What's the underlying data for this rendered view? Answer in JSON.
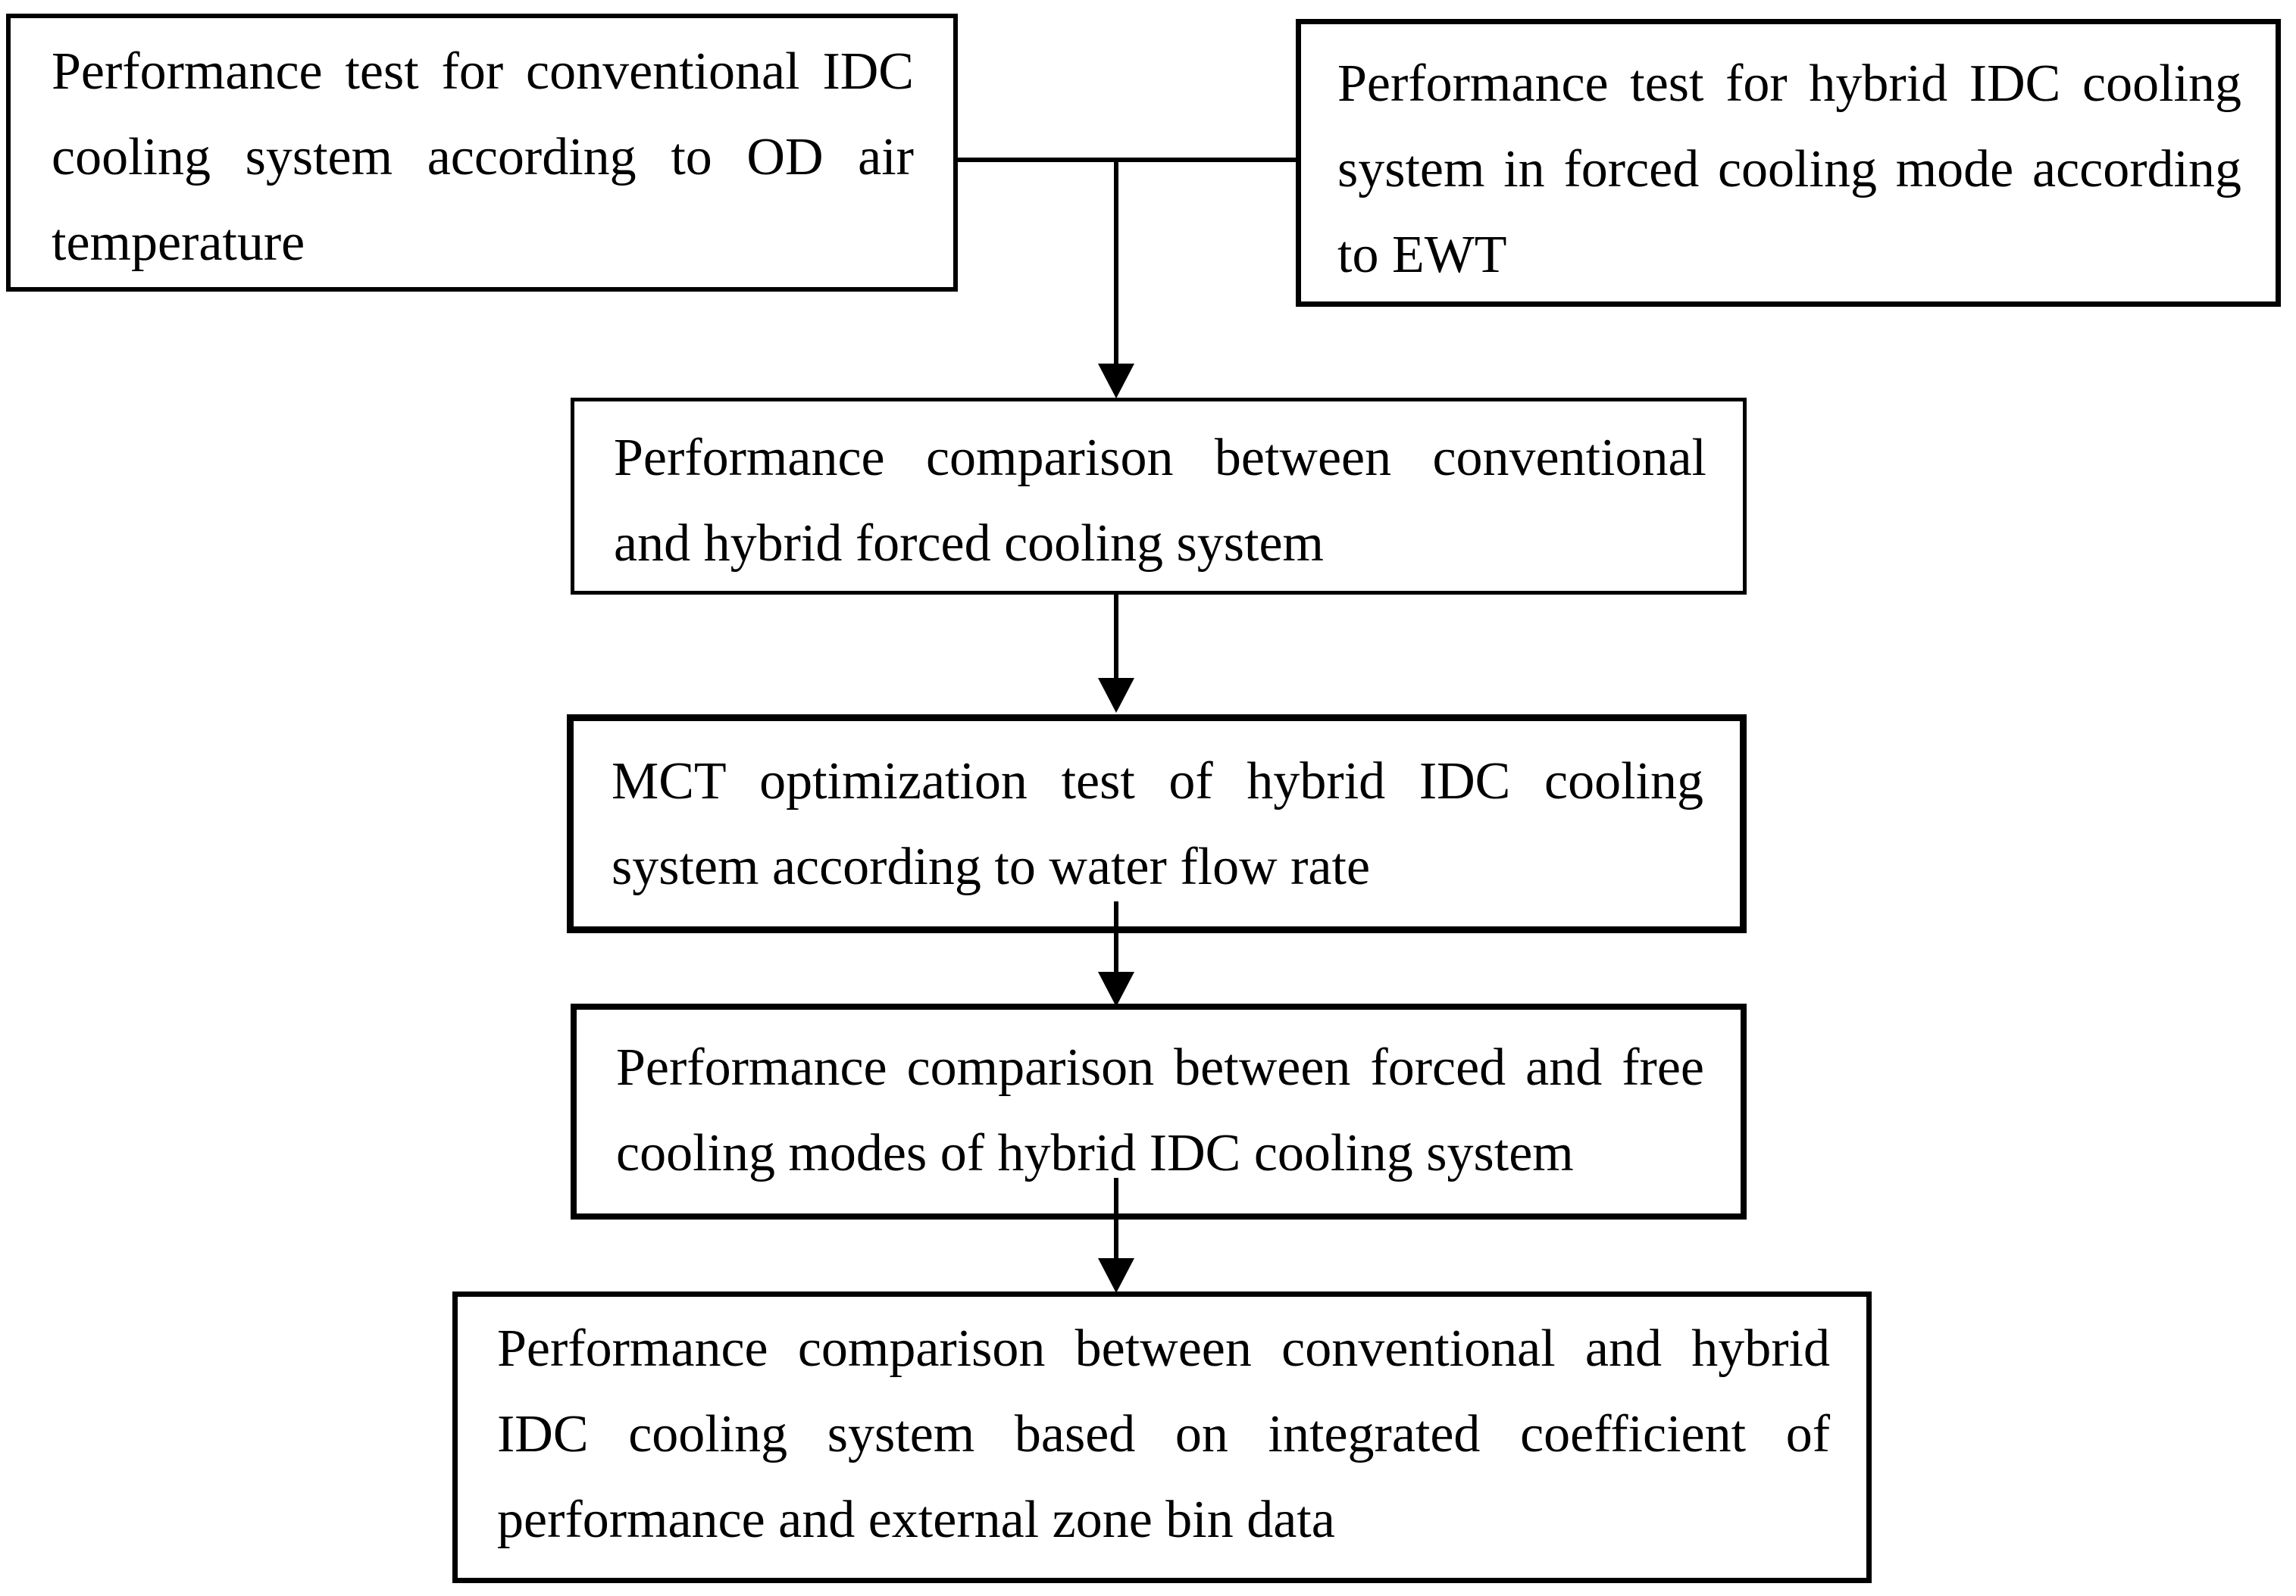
{
  "figure": {
    "type": "flowchart",
    "colors": {
      "background": "#ffffff",
      "border": "#000000",
      "text": "#000000",
      "connector": "#000000"
    },
    "boxes": [
      {
        "id": "box-1",
        "lines": [
          "Performance test for conventional IDC",
          "cooling system according to OD air",
          "temperature"
        ]
      },
      {
        "id": "box-2",
        "lines": [
          "Performance test for hybrid IDC cooling",
          "system in forced cooling mode according",
          "to EWT"
        ]
      },
      {
        "id": "box-3",
        "lines": [
          "Performance comparison between conventional",
          "and hybrid forced cooling system"
        ]
      },
      {
        "id": "box-4",
        "lines": [
          "MCT optimization test of hybrid IDC cooling",
          "system according to water flow rate"
        ]
      },
      {
        "id": "box-5",
        "lines": [
          "Performance comparison between forced and free",
          "cooling modes of hybrid IDC cooling system"
        ]
      },
      {
        "id": "box-6",
        "lines": [
          "Performance comparison between conventional and hybrid",
          "IDC cooling system based on integrated coefficient of",
          "performance and external zone bin data"
        ]
      }
    ]
  }
}
